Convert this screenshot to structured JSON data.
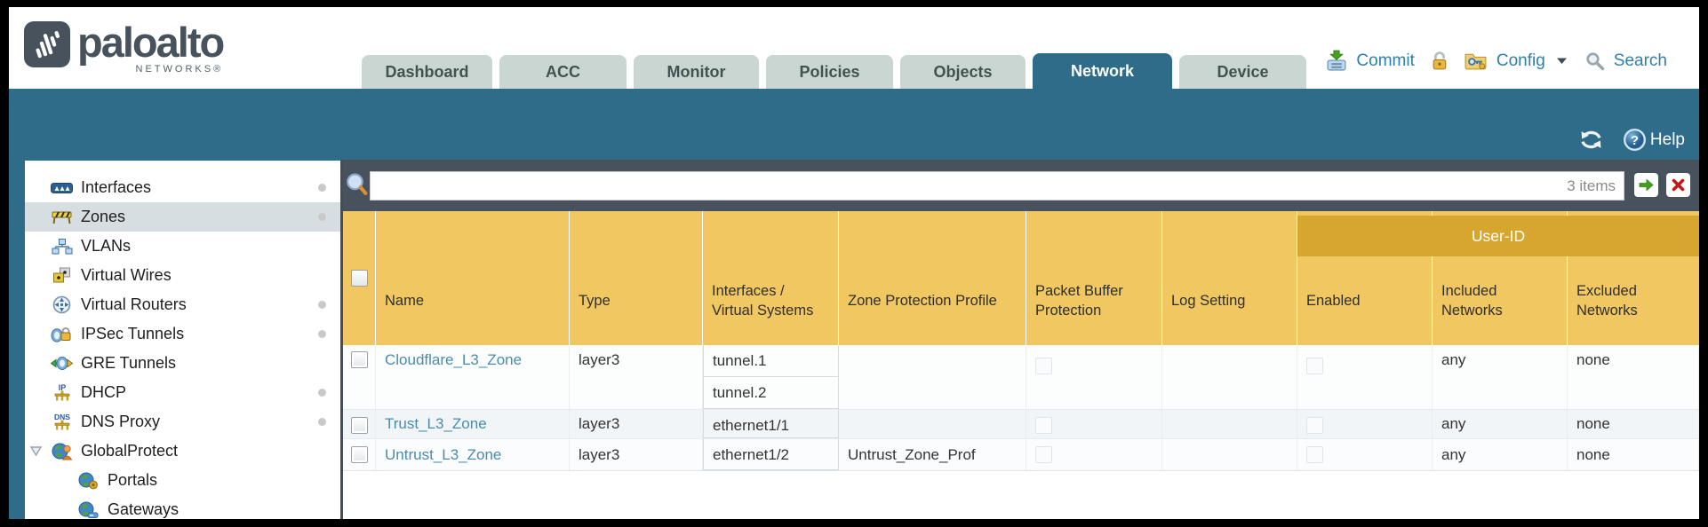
{
  "header": {
    "logo": {
      "brand": "paloalto",
      "subtitle": "NETWORKS®"
    },
    "tabs": [
      {
        "label": "Dashboard",
        "active": false
      },
      {
        "label": "ACC",
        "active": false
      },
      {
        "label": "Monitor",
        "active": false
      },
      {
        "label": "Policies",
        "active": false
      },
      {
        "label": "Objects",
        "active": false
      },
      {
        "label": "Network",
        "active": true
      },
      {
        "label": "Device",
        "active": false
      }
    ],
    "actions": {
      "commit": "Commit",
      "config": "Config",
      "search": "Search"
    }
  },
  "band": {
    "help": "Help"
  },
  "filter": {
    "value": "",
    "count": "3 items"
  },
  "sidebar": {
    "items": [
      {
        "label": "Interfaces",
        "has_dot": true,
        "selected": false
      },
      {
        "label": "Zones",
        "has_dot": true,
        "selected": true
      },
      {
        "label": "VLANs",
        "has_dot": false
      },
      {
        "label": "Virtual Wires",
        "has_dot": false
      },
      {
        "label": "Virtual Routers",
        "has_dot": true
      },
      {
        "label": "IPSec Tunnels",
        "has_dot": true
      },
      {
        "label": "GRE Tunnels",
        "has_dot": false
      },
      {
        "label": "DHCP",
        "has_dot": true
      },
      {
        "label": "DNS Proxy",
        "has_dot": true
      },
      {
        "label": "GlobalProtect",
        "has_dot": false,
        "expanded": true
      },
      {
        "label": "Portals",
        "indent": true
      },
      {
        "label": "Gateways",
        "indent": true
      }
    ]
  },
  "table": {
    "user_id_group": "User-ID",
    "columns": [
      "Name",
      "Type",
      "Interfaces / Virtual Systems",
      "Zone Protection Profile",
      "Packet Buffer Protection",
      "Log Setting",
      "Enabled",
      "Included Networks",
      "Excluded Networks"
    ],
    "rows": [
      {
        "name": "Cloudflare_L3_Zone",
        "type": "layer3",
        "interfaces": [
          "tunnel.1",
          "tunnel.2"
        ],
        "zone_protection_profile": "",
        "log_setting": "",
        "included_networks": "any",
        "excluded_networks": "none"
      },
      {
        "name": "Trust_L3_Zone",
        "type": "layer3",
        "interfaces": [
          "ethernet1/1"
        ],
        "zone_protection_profile": "",
        "log_setting": "",
        "included_networks": "any",
        "excluded_networks": "none"
      },
      {
        "name": "Untrust_L3_Zone",
        "type": "layer3",
        "interfaces": [
          "ethernet1/2"
        ],
        "zone_protection_profile": "Untrust_Zone_Prof",
        "log_setting": "",
        "included_networks": "any",
        "excluded_networks": "none"
      }
    ]
  },
  "colors": {
    "teal_band": "#2e6c8a",
    "slate_bar": "#47525c",
    "header_gold": "#f0c761",
    "user_id_gold": "#d7a62f",
    "link_blue": "#4a8cad",
    "inactive_tab": "#c9d6d2"
  }
}
